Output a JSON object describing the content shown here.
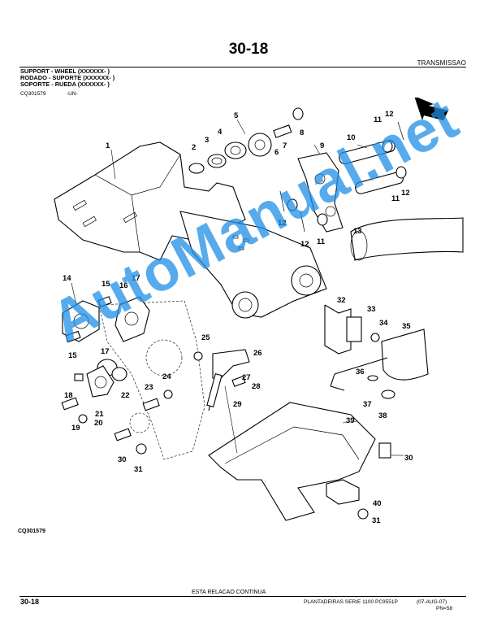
{
  "header": {
    "page_number": "30-18",
    "section": "TRANSMISSAO",
    "titles": [
      "SUPPORT - WHEEL (XXXXXX- )",
      "RODADO - SUPORTE (XXXXXX- )",
      "SOPORTE - RUEDA (XXXXXX- )"
    ],
    "illustration_code": "CQ301579",
    "unit": "-UN-"
  },
  "diagram": {
    "illustration_code": "CQ301579",
    "callouts": [
      "1",
      "2",
      "3",
      "4",
      "5",
      "6",
      "7",
      "8",
      "9",
      "10",
      "11",
      "12",
      "11",
      "12",
      "11",
      "12",
      "12",
      "13",
      "14",
      "15",
      "16",
      "17",
      "15",
      "17",
      "18",
      "19",
      "20",
      "21",
      "22",
      "23",
      "24",
      "25",
      "26",
      "27",
      "28",
      "29",
      "30",
      "31",
      "32",
      "33",
      "34",
      "35",
      "36",
      "37",
      "38",
      "39",
      "30",
      "40",
      "31"
    ],
    "arrow": "direction-arrow-icon"
  },
  "watermark": "AutoManual.net",
  "footer": {
    "continue_text": "ESTA RELACAO CONTINUA",
    "page": "30-18",
    "book_title": "PLANTADEIRAS SERIE 1100",
    "publication": "PC9551P",
    "date": "(07-AUG-07)",
    "pn": "PN=58"
  }
}
